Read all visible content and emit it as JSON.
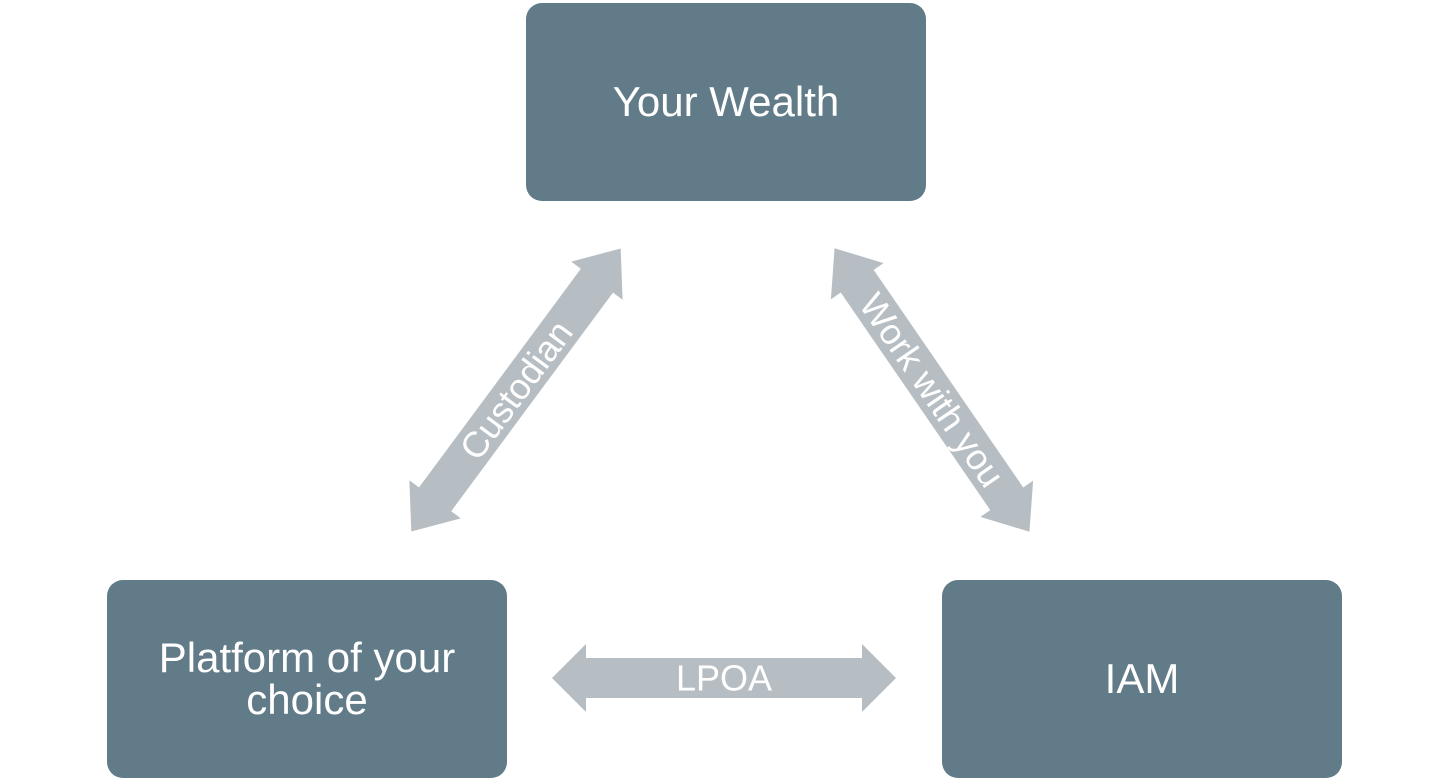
{
  "colors": {
    "node_fill": "#627b88",
    "arrow_fill": "#b7bec3",
    "text": "#ffffff"
  },
  "nodes": {
    "top": {
      "label": "Your Wealth"
    },
    "left": {
      "label": "Platform of your choice"
    },
    "right": {
      "label": "IAM"
    }
  },
  "arrows": {
    "left": {
      "label": "Custodian"
    },
    "right": {
      "label": "Work with you"
    },
    "bottom": {
      "label": "LPOA"
    }
  }
}
